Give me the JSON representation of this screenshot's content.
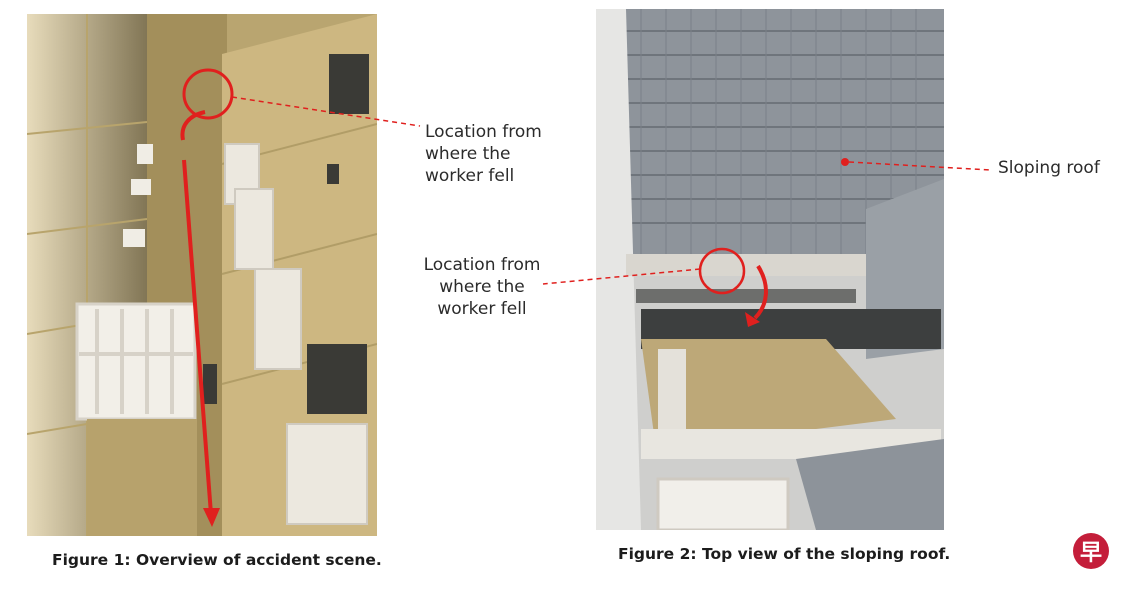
{
  "figure1": {
    "annotation_lines": [
      "Location from",
      "where the",
      "worker fell"
    ],
    "caption": "Figure 1: Overview of accident scene."
  },
  "figure2": {
    "annotation_lines": [
      "Location from",
      "where the",
      "worker fell"
    ],
    "roof_label": "Sloping roof",
    "caption": "Figure 2: Top view of the sloping roof."
  },
  "logo": {
    "glyph": "早",
    "color": "#c41e3a"
  },
  "colors": {
    "annotation_red": "#e0201e",
    "building_beige": "#c9b27a",
    "roof_grey": "#8e949b"
  }
}
